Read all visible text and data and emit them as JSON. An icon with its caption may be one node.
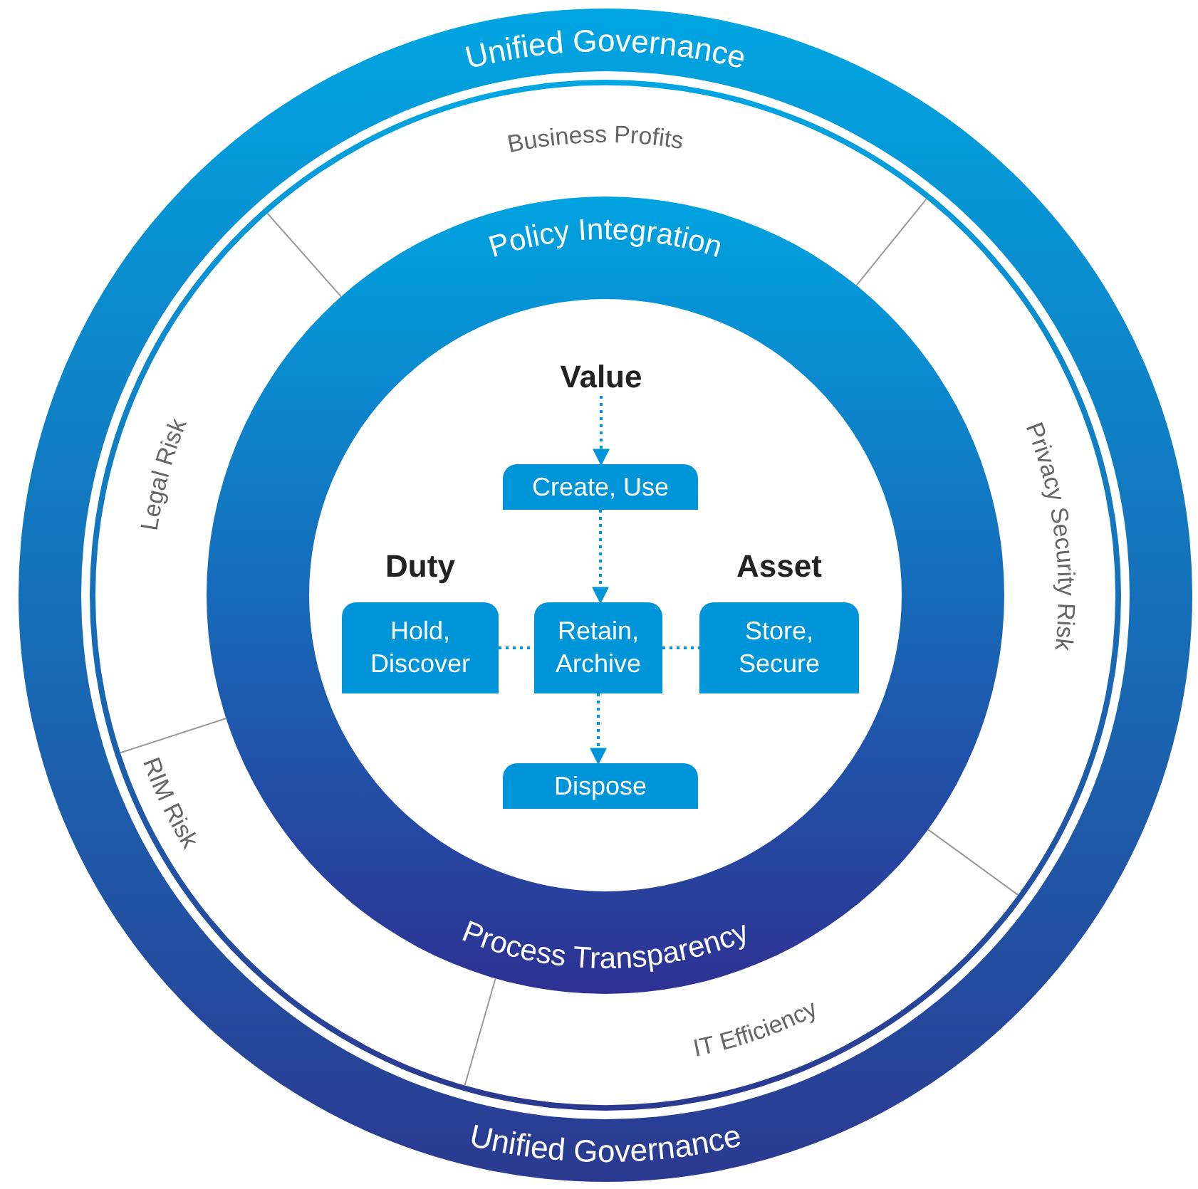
{
  "diagram": {
    "nodes": [
      {
        "text": [
          "Unified Governance",
          "Unified Governance"
        ]
      },
      {
        "text": [
          "Business Profits"
        ],
        "in": 0
      },
      {
        "text": [
          "Legal Risk"
        ],
        "in": 0
      },
      {
        "text": [
          "Privacy Security Risk"
        ],
        "in": 0
      },
      {
        "text": [
          "RIM Risk"
        ],
        "in": 0
      },
      {
        "text": [
          "IT Efficiency"
        ],
        "in": 0
      },
      {
        "text": [
          "Policy Integration",
          "Process Transparency"
        ],
        "in": 0
      },
      {
        "text": [
          "Value"
        ],
        "in": 6
      },
      {
        "text": [
          "Create, Use"
        ],
        "in": 6
      },
      {
        "text": [
          "Duty",
          "Hold, Discover"
        ],
        "in": 6
      },
      {
        "text": [
          "Retain, Archive"
        ],
        "in": 6
      },
      {
        "text": [
          "Asset",
          "Store, Secure"
        ],
        "in": 6
      },
      {
        "text": [
          "Dispose"
        ],
        "in": 6
      }
    ],
    "edges": [
      {
        "from": 7,
        "to": 8,
        "arrow": "to"
      },
      {
        "from": 8,
        "to": 10,
        "arrow": "to"
      },
      {
        "from": 9,
        "to": 10,
        "arrow": "none"
      },
      {
        "from": 10,
        "to": 11,
        "arrow": "none"
      },
      {
        "from": 10,
        "to": 12,
        "arrow": "to"
      }
    ]
  }
}
